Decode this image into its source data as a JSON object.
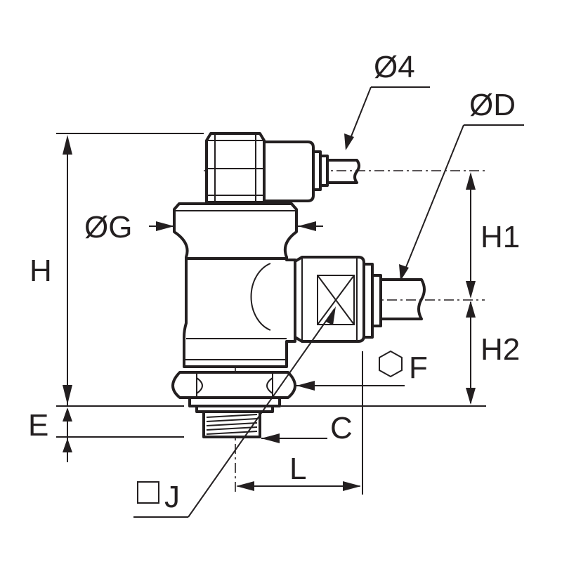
{
  "diagram": {
    "labels": {
      "d4": "Ø4",
      "dD": "ØD",
      "dG": "ØG",
      "H": "H",
      "H1": "H1",
      "H2": "H2",
      "F": "F",
      "E": "E",
      "C": "C",
      "L": "L",
      "J": "J"
    },
    "icons": {
      "hex": "hexagon-icon",
      "square": "square-icon"
    },
    "colors": {
      "ink": "#231f20",
      "background": "#ffffff"
    }
  }
}
